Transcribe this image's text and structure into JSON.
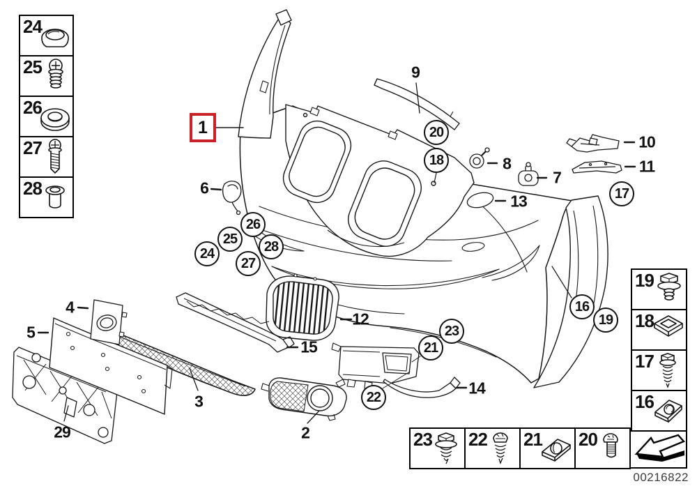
{
  "stamp": "00216822",
  "colors": {
    "accent": "#c92127",
    "ink": "#161616"
  },
  "highlight": {
    "label": "1"
  },
  "legend_left": [
    {
      "label": "24",
      "icon": "cover-cap-icon"
    },
    {
      "label": "25",
      "icon": "phillips-screw-icon"
    },
    {
      "label": "26",
      "icon": "washer-grommet-icon"
    },
    {
      "label": "27",
      "icon": "machine-screw-icon"
    },
    {
      "label": "28",
      "icon": "sleeve-nut-icon"
    }
  ],
  "legend_right": [
    {
      "label": "19",
      "icon": "hex-bolt-washer-icon"
    },
    {
      "label": "18",
      "icon": "square-clip-nut-icon"
    },
    {
      "label": "17",
      "icon": "hex-tapping-screw-icon"
    },
    {
      "label": "16",
      "icon": "sheet-metal-clip-icon"
    }
  ],
  "legend_bottom": [
    {
      "label": "23",
      "icon": "hex-washer-screw-icon"
    },
    {
      "label": "22",
      "icon": "pan-head-screw-icon"
    },
    {
      "label": "21",
      "icon": "speed-nut-clip-icon"
    },
    {
      "label": "20",
      "icon": "round-head-screw-icon"
    }
  ],
  "direction_arrow": {
    "icon": "direction-of-travel-arrow-icon"
  },
  "circle_callouts": [
    {
      "label": "20"
    },
    {
      "label": "18"
    },
    {
      "label": "17"
    },
    {
      "label": "26"
    },
    {
      "label": "25"
    },
    {
      "label": "24"
    },
    {
      "label": "28"
    },
    {
      "label": "27"
    },
    {
      "label": "16"
    },
    {
      "label": "19"
    },
    {
      "label": "23"
    },
    {
      "label": "21"
    },
    {
      "label": "22"
    }
  ],
  "part_labels": [
    {
      "label": "9"
    },
    {
      "label": "8"
    },
    {
      "label": "7"
    },
    {
      "label": "10"
    },
    {
      "label": "11"
    },
    {
      "label": "13"
    },
    {
      "label": "6"
    },
    {
      "label": "12"
    },
    {
      "label": "15"
    },
    {
      "label": "14"
    },
    {
      "label": "2"
    },
    {
      "label": "3"
    },
    {
      "label": "4"
    },
    {
      "label": "5"
    },
    {
      "label": "29"
    }
  ]
}
